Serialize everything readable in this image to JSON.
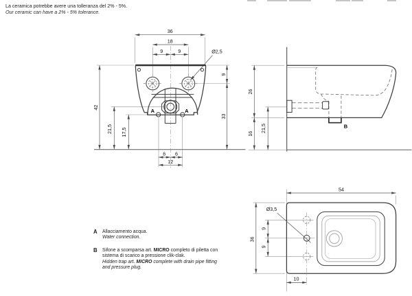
{
  "header": {
    "tolerance_it": "La ceramica potrebbe avere una tolleranza del 2% - 5%.",
    "tolerance_en": "Our ceramic can have a 2% - 5% tolerance."
  },
  "front_view": {
    "width_total": "36",
    "holes_span": "18",
    "hole_offset_left": "9",
    "hole_offset_right": "9",
    "hole_diameter": "Ø2,5",
    "height_total": "42",
    "water_conn_height": "21,5",
    "conn_center_height": "17,5",
    "top_to_holes": "9",
    "holes_to_floor": "33",
    "drain_offset_left": "6",
    "drain_offset_right": "6",
    "drain_span": "12",
    "water_label_left": "A",
    "water_label_right": "A"
  },
  "side_view": {
    "body_height": "26",
    "floor_clearance": "16",
    "pipe_height": "21,5",
    "trap_label": "B"
  },
  "top_view": {
    "depth_total": "54",
    "width_total": "36",
    "hole_diameter": "Ø3,5",
    "hole_offset_up": "9",
    "hole_offset_down": "9",
    "wall_offset": "10"
  },
  "legend": {
    "a_key": "A",
    "a_it": "Allacciamento acqua.",
    "a_en": "Water connection.",
    "b_key": "B",
    "b_it_pre": "Sifone a scomparsa art.",
    "b_it_bold": "MICRO",
    "b_it_post": "completo di piletta con",
    "b_it_line2": "sistema di scarico a pressione clik-clak.",
    "b_en_pre": "Hidden trap art.",
    "b_en_bold": "MICRO",
    "b_en_post": "complete with drain pipe fitting",
    "b_en_line2": "and pressure plug."
  },
  "colors": {
    "outline": "#3d3d3d",
    "dimension": "#5a5a5a"
  }
}
